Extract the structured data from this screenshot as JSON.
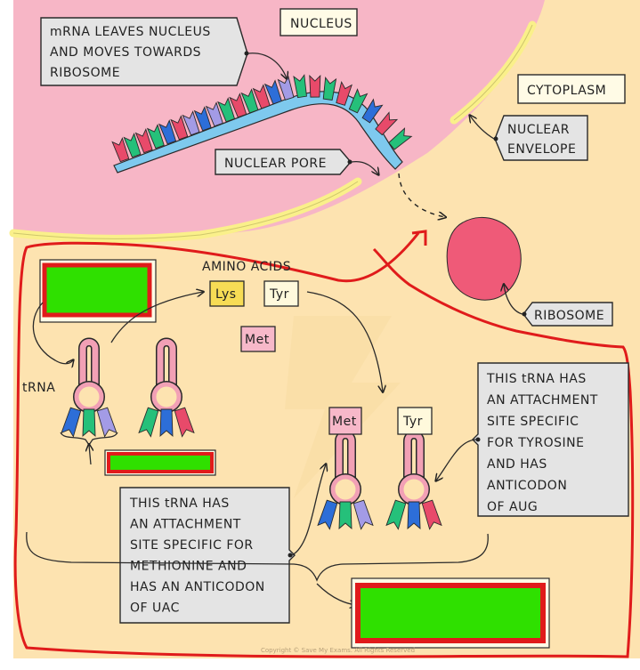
{
  "labels": {
    "nucleus": "NUCLEUS",
    "cytoplasm": "CYTOPLASM",
    "mrna_leaves": [
      "mRNA LEAVES NUCLEUS",
      "AND MOVES TOWARDS",
      "RIBOSOME"
    ],
    "nuclear_pore": "NUCLEAR PORE",
    "nuclear_envelope": [
      "NUCLEAR",
      "ENVELOPE"
    ],
    "ribosome": "RIBOSOME",
    "amino_acids": "AMINO ACIDS",
    "trna": "tRNA",
    "trna_tyr": [
      "THIS tRNA HAS",
      "AN ATTACHMENT",
      "SITE SPECIFIC",
      "FOR TYROSINE",
      "AND HAS",
      "ANTICODON",
      "OF AUG"
    ],
    "trna_met": [
      "THIS tRNA HAS",
      "AN ATTACHMENT",
      "SITE SPECIFIC FOR",
      "METHIONINE AND",
      "HAS AN ANTICODON",
      "OF UAC"
    ],
    "copyright": "Copyright © Save My Exams. All Rights Reserved"
  },
  "amino_acids": {
    "lys": "Lys",
    "tyr": "Tyr",
    "met": "Met"
  },
  "trna_tops": {
    "met": "Met",
    "tyr": "Tyr"
  },
  "colors": {
    "nucleus": "#f7b6c6",
    "cytoplasm": "#fde3b0",
    "membrane": "#faf08a",
    "mrna_backbone": "#7ec9ee",
    "ribosome": "#ef5a78",
    "trna_body": "#f2a0b5",
    "red_outline": "#e01b1b",
    "green_box": "#2fe000",
    "base_red": "#e84a6a",
    "base_green": "#25c07a",
    "base_blue": "#2d6ed8",
    "base_purple": "#a39be6",
    "lys_fill": "#f7dc55",
    "tyr_fill": "#fff9dc",
    "met_fill": "#f7b8c9"
  }
}
